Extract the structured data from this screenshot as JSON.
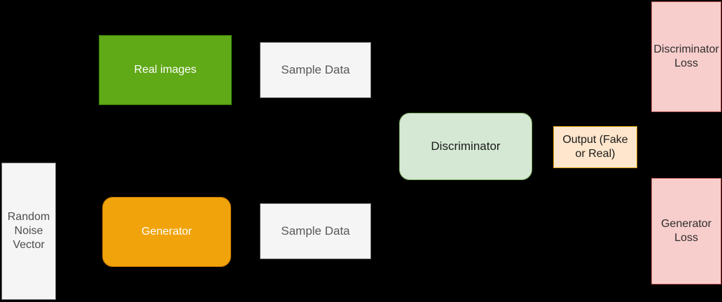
{
  "diagram": {
    "background_color": "#000000",
    "nodes": [
      {
        "id": "random-noise-vector",
        "label": "Random Noise Vector",
        "shape": "rect",
        "fill": "#F5F5F5",
        "border": "#666666",
        "text_color": "#4D4D4D"
      },
      {
        "id": "real-images",
        "label": "Real images",
        "shape": "rect",
        "fill": "#60A917",
        "border": "#2D7600",
        "text_color": "#FFFFFF"
      },
      {
        "id": "sample-data-top",
        "label": "Sample Data",
        "shape": "rect",
        "fill": "#F5F5F5",
        "border": "#666666",
        "text_color": "#595959"
      },
      {
        "id": "generator",
        "label": "Generator",
        "shape": "rounded-rect",
        "fill": "#F0A30A",
        "border": "#BD7000",
        "text_color": "#FFFFFF"
      },
      {
        "id": "sample-data-bottom",
        "label": "Sample Data",
        "shape": "rect",
        "fill": "#F5F5F5",
        "border": "#666666",
        "text_color": "#595959"
      },
      {
        "id": "discriminator",
        "label": "Discriminator",
        "shape": "rounded-rect",
        "fill": "#D5E8D4",
        "border": "#82B366",
        "text_color": "#1A1A1A"
      },
      {
        "id": "output-fake-or-real",
        "label": "Output (Fake or Real)",
        "shape": "rect",
        "fill": "#FFE6CC",
        "border": "#D79B00",
        "text_color": "#1A1A1A"
      },
      {
        "id": "discriminator-loss",
        "label": "Discriminator Loss",
        "shape": "rect",
        "fill": "#F8CECC",
        "border": "#B85450",
        "text_color": "#2E2E2E"
      },
      {
        "id": "generator-loss",
        "label": "Generator Loss",
        "shape": "rect",
        "fill": "#F8CECC",
        "border": "#B85450",
        "text_color": "#2E2E2E"
      }
    ]
  }
}
